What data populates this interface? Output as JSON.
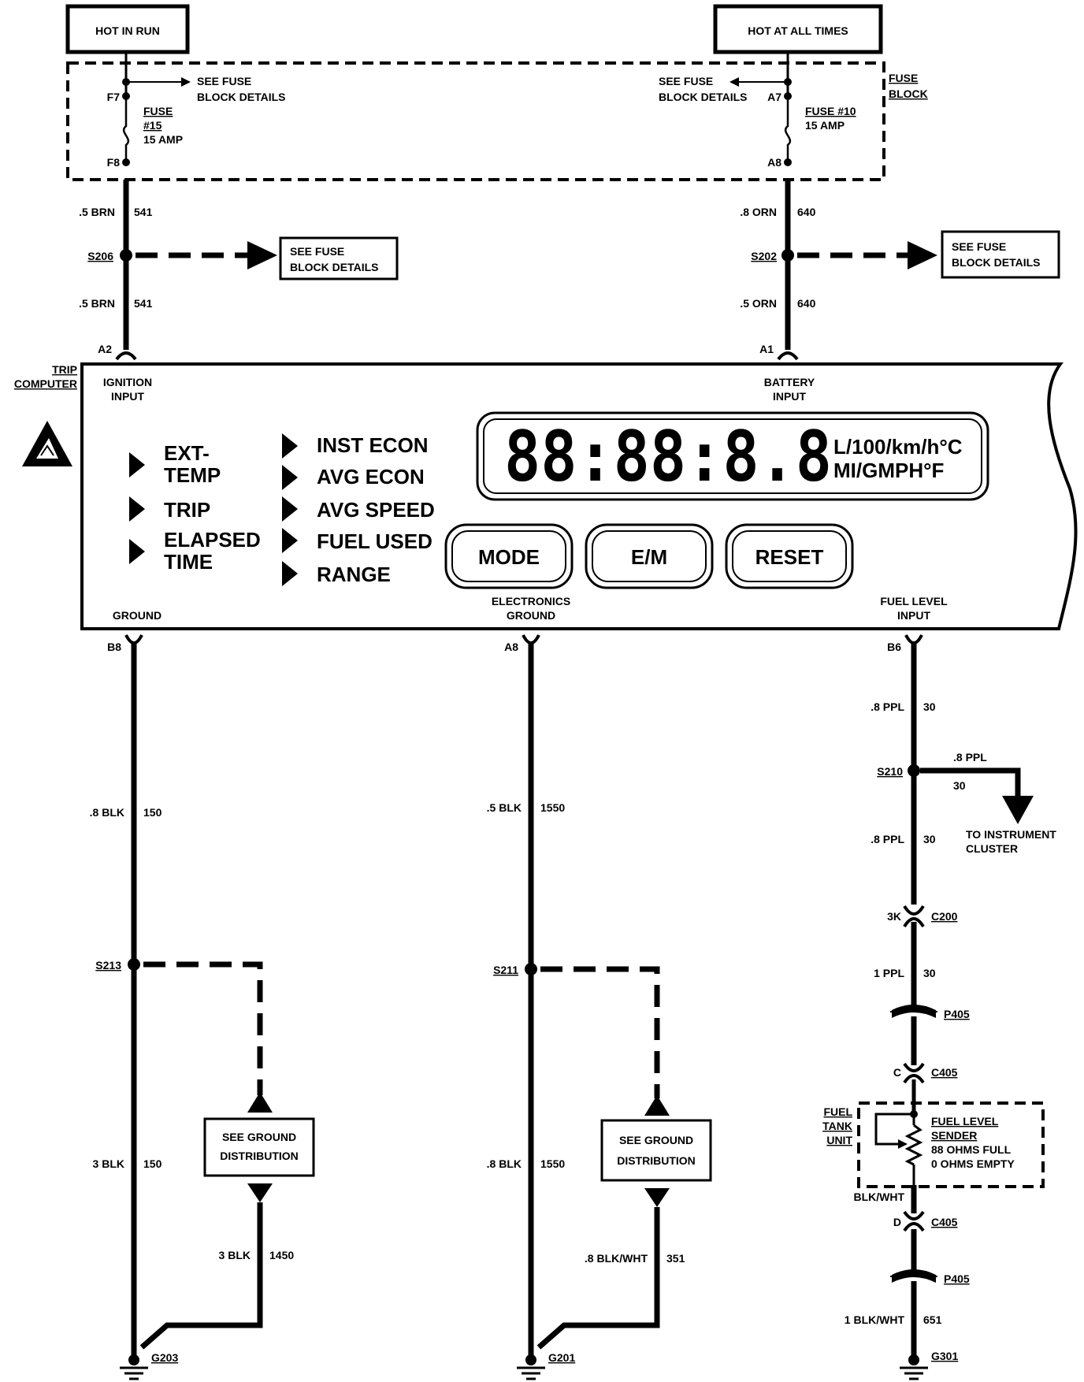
{
  "sources": {
    "left": "HOT IN RUN",
    "right": "HOT AT ALL TIMES"
  },
  "fuse_block": {
    "label_line1": "FUSE",
    "label_line2": "BLOCK",
    "see_details_line1": "SEE FUSE",
    "see_details_line2": "BLOCK DETAILS",
    "left_fuse": {
      "pin_in": "F7",
      "pin_out": "F8",
      "name_line1": "FUSE",
      "name_line2": "#15",
      "rating": "15 AMP"
    },
    "right_fuse": {
      "pin_in": "A7",
      "pin_out": "A8",
      "name_line1": "FUSE #10",
      "rating": "15 AMP"
    }
  },
  "splices_top": {
    "left": {
      "id": "S206",
      "wire_above": ".5 BRN",
      "circuit_above": "541",
      "wire_below": ".5 BRN",
      "circuit_below": "541"
    },
    "right": {
      "id": "S202",
      "wire_above": ".8 ORN",
      "circuit_above": "640",
      "wire_below": ".5 ORN",
      "circuit_below": "640"
    },
    "see_box_line1": "SEE FUSE",
    "see_box_line2": "BLOCK DETAILS"
  },
  "module": {
    "name_line1": "TRIP",
    "name_line2": "COMPUTER",
    "pins": {
      "a2": "A2",
      "a1": "A1",
      "b8": "B8",
      "a8": "A8",
      "b6": "B6"
    },
    "inputs": {
      "ignition_1": "IGNITION",
      "ignition_2": "INPUT",
      "battery_1": "BATTERY",
      "battery_2": "INPUT",
      "ground": "GROUND",
      "elec_ground_1": "ELECTRONICS",
      "elec_ground_2": "GROUND",
      "fuel_level_1": "FUEL LEVEL",
      "fuel_level_2": "INPUT"
    },
    "modes_col1": [
      "EXT-",
      "TEMP",
      "TRIP",
      "ELAPSED",
      "TIME"
    ],
    "modes_col2": [
      "INST ECON",
      "AVG ECON",
      "AVG SPEED",
      "FUEL USED",
      "RANGE"
    ],
    "display": {
      "digits": "88:88:8.8",
      "units_metric": "L/100/km/h°C",
      "units_english": "MI/GMPH°F"
    },
    "buttons": {
      "mode": "MODE",
      "em": "E/M",
      "reset": "RESET"
    }
  },
  "ground_circuit": {
    "splice": "S213",
    "wire_upper": ".8 BLK",
    "circuit_upper": "150",
    "wire_lower": "3 BLK",
    "circuit_lower": "150",
    "branch_wire": "3 BLK",
    "branch_circuit": "1450",
    "see_line1": "SEE GROUND",
    "see_line2": "DISTRIBUTION",
    "ground": "G203"
  },
  "electronics_ground_circuit": {
    "splice": "S211",
    "wire_upper": ".5 BLK",
    "circuit_upper": "1550",
    "wire_lower": ".8 BLK",
    "circuit_lower": "1550",
    "branch_wire": ".8 BLK/WHT",
    "branch_circuit": "351",
    "see_line1": "SEE GROUND",
    "see_line2": "DISTRIBUTION",
    "ground": "G201"
  },
  "fuel_level_circuit": {
    "wire1": ".8 PPL",
    "circuit1": "30",
    "splice": "S210",
    "branch_wire": ".8 PPL",
    "branch_circuit": "30",
    "branch_dest_line1": "TO INSTRUMENT",
    "branch_dest_line2": "CLUSTER",
    "wire2": ".8 PPL",
    "circuit2": "30",
    "c200_pin": "3K",
    "c200": "C200",
    "wire3": "1 PPL",
    "circuit3": "30",
    "p405_top": "P405",
    "c405_top_pin": "C",
    "c405_top": "C405",
    "tank_line1": "FUEL",
    "tank_line2": "TANK",
    "tank_line3": "UNIT",
    "sender_line1": "FUEL LEVEL",
    "sender_line2": "SENDER",
    "sender_line3": "88 OHMS FULL",
    "sender_line4": "0 OHMS EMPTY",
    "wire_sender_out": "BLK/WHT",
    "c405_bot_pin": "D",
    "c405_bot": "C405",
    "p405_bot": "P405",
    "wire4": "1 BLK/WHT",
    "circuit4": "651",
    "ground": "G301"
  }
}
